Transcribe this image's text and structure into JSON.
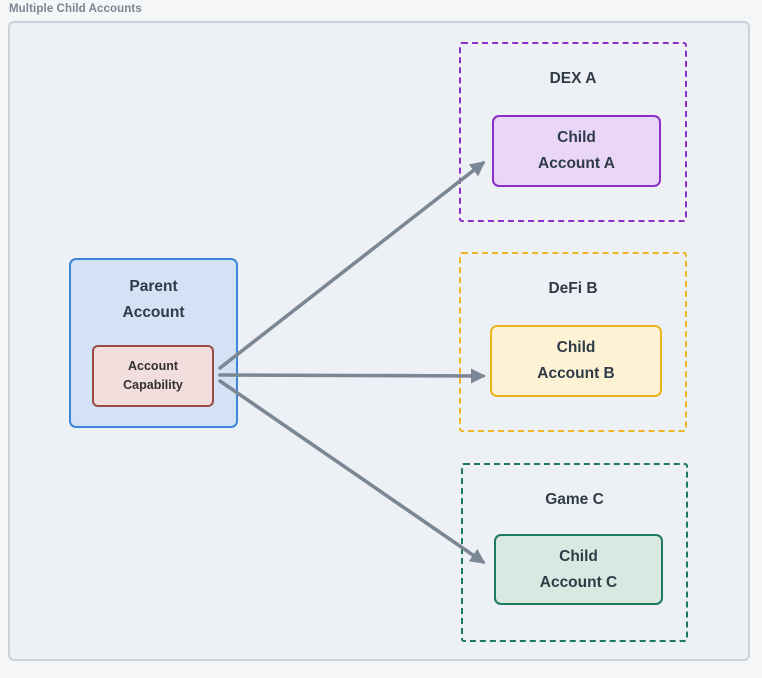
{
  "title": "Multiple Child Accounts",
  "parent": {
    "label": "Parent\nAccount",
    "capability_label": "Account\nCapability"
  },
  "groups": [
    {
      "name": "DEX A",
      "child_label": "Child\nAccount A",
      "accent": "#8b2fc9",
      "child_fill": "#e9d6f8"
    },
    {
      "name": "DeFi B",
      "child_label": "Child\nAccount B",
      "accent": "#f0b429",
      "child_fill": "#fdf3d4"
    },
    {
      "name": "Game C",
      "child_label": "Child\nAccount C",
      "accent": "#1d7a5f",
      "child_fill": "#d9e8e0"
    }
  ],
  "colors": {
    "parent_fill": "#d3e3f5",
    "parent_border": "#3d85d8",
    "capability_fill": "#f1dedd",
    "capability_border": "#9c4a47",
    "frame_background": "#edf1f5",
    "frame_border": "#c9d2da",
    "arrow": "#7b8794",
    "text": "#2f3b47",
    "title_text": "#7b8590"
  }
}
